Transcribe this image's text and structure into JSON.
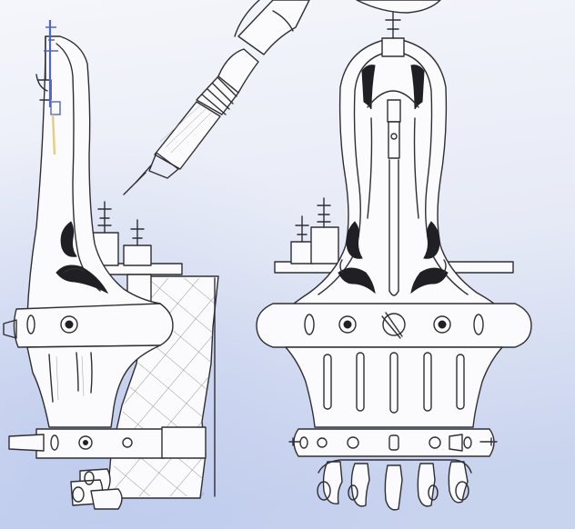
{
  "colors": {
    "paper_top": "#f4f5fa",
    "paper_bottom": "#c9d4ef",
    "ink": "#2e2e34",
    "ink_dark": "#1f1f24",
    "blue_pencil": "#4f66c8",
    "yellow_pencil": "#e6c36b"
  },
  "icons": {
    "side_view": "tattoo-machine-side-sketch",
    "front_view": "tattoo-machine-front-sketch",
    "needle": "tattoo-needle-grip-sketch"
  }
}
